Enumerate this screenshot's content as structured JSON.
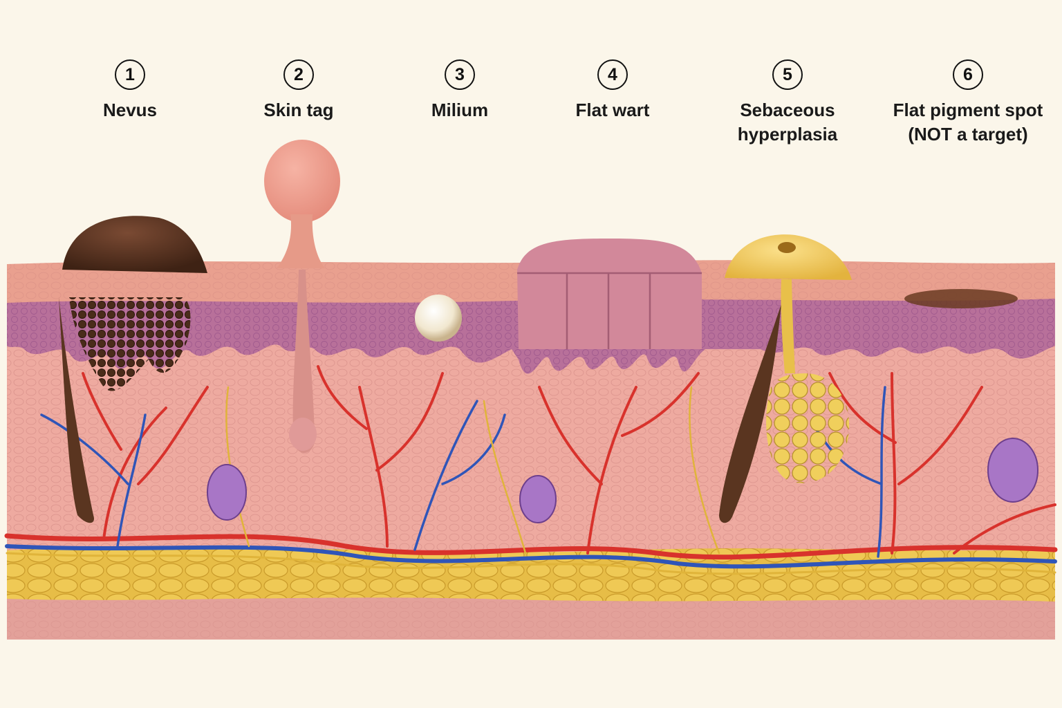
{
  "labels": [
    {
      "number": "1",
      "lines": [
        "Nevus"
      ]
    },
    {
      "number": "2",
      "lines": [
        "Skin tag"
      ]
    },
    {
      "number": "3",
      "lines": [
        "Milium"
      ]
    },
    {
      "number": "4",
      "lines": [
        "Flat wart"
      ]
    },
    {
      "number": "5",
      "lines": [
        "Sebaceous",
        "hyperplasia"
      ]
    },
    {
      "number": "6",
      "lines": [
        "Flat pigment spot",
        "(NOT a target)"
      ]
    }
  ],
  "colors": {
    "background": "#fbf6ea",
    "epidermis_surface": "#e9a08f",
    "epidermis_basal": "#b8709a",
    "dermis": "#eeaaa0",
    "fat": "#eac24e",
    "deep_dermis": "#e3a19a",
    "artery": "#d8322c",
    "vein": "#2f55b8",
    "nerve": "#e0b43a",
    "nevus": "#5a3520",
    "sweat_gland": "#a876c6"
  }
}
